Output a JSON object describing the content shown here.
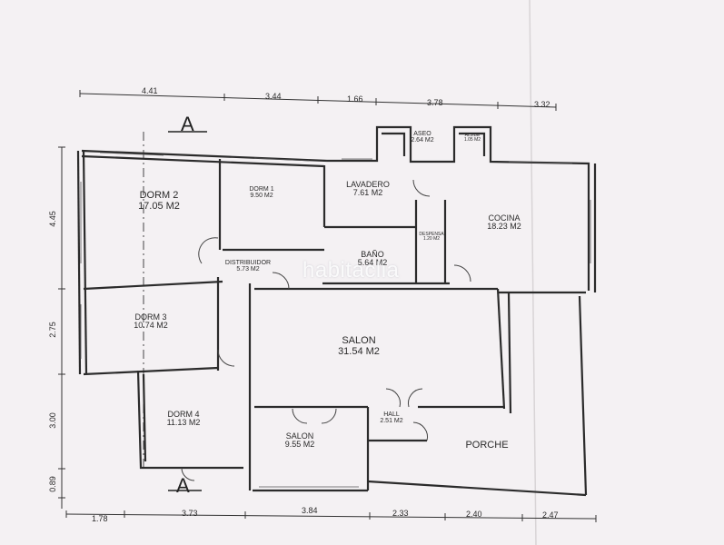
{
  "rooms": {
    "dorm2": {
      "name": "DORM 2",
      "area": "17.05 M2"
    },
    "dorm1": {
      "name": "DORM 1",
      "area": "9.50 M2"
    },
    "lavadero": {
      "name": "LAVADERO",
      "area": "7.61 M2"
    },
    "aseo": {
      "name": "ASEO",
      "area": "2.64 M2"
    },
    "aljibe": {
      "name": "ALJIBE",
      "area": "1.05 M2"
    },
    "cocina": {
      "name": "COCINA",
      "area": "18.23 M2"
    },
    "distribuidor": {
      "name": "DISTRIBUIDOR",
      "area": "5.73 M2"
    },
    "despensa": {
      "name": "DESPENSA",
      "area": "1.20 M2"
    },
    "bano": {
      "name": "BAÑO",
      "area": "5.64 M2"
    },
    "dorm3": {
      "name": "DORM 3",
      "area": "10.74 M2"
    },
    "salon_main": {
      "name": "SALON",
      "area": "31.54 M2"
    },
    "dorm4": {
      "name": "DORM 4",
      "area": "11.13 M2"
    },
    "salon_small": {
      "name": "SALON",
      "area": "9.55 M2"
    },
    "hall": {
      "name": "HALL",
      "area": "2.51 M2"
    },
    "porche": {
      "name": "PORCHE"
    }
  },
  "dimensions": {
    "top": [
      "4.41",
      "3.44",
      "1.66",
      "3.78",
      "3.32"
    ],
    "bottom": [
      "1.78",
      "3.73",
      "3.84",
      "2.33",
      "2.40",
      "2.47"
    ],
    "left": [
      "4.45",
      "2.75",
      "3.00",
      "0.89"
    ]
  },
  "section_marks": {
    "top": "A",
    "bottom": "A"
  },
  "watermark": "habitaclia"
}
